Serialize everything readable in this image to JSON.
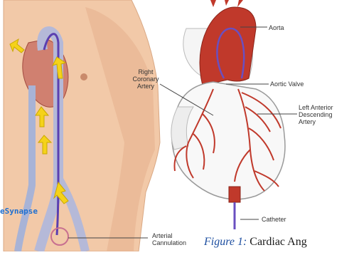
{
  "labels": {
    "aorta": "Aorta",
    "right_coronary": [
      "Right",
      "Coronary",
      "Artery"
    ],
    "aortic_valve": "Aortic Valve",
    "lad": [
      "Left Anterior",
      "Descending",
      "Artery"
    ],
    "catheter": "Catheter",
    "arterial_cannulation": [
      "Arterial",
      "Cannulation"
    ]
  },
  "caption": {
    "figure": "Figure 1:",
    "text": "Cardiac Ang"
  },
  "watermark": "eSynapse",
  "colors": {
    "artery_red": "#c0392b",
    "catheter_purple": "#5b3fb0",
    "skin": "#f2c9a8",
    "arrow_yellow": "#f5d21a"
  }
}
